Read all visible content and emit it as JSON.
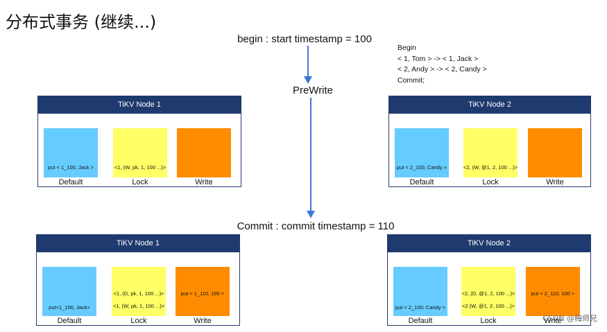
{
  "title": "分布式事务 (继续...)",
  "begin_label": "begin : start timestamp = 100",
  "prewrite_label": "PreWrite",
  "commit_label": "Commit : commit timestamp = 110",
  "transaction": {
    "lines": [
      "Begin",
      "< 1,  Tom > -> < 1,  Jack >",
      "< 2,  Andy > -> < 2, Candy >",
      "Commit;"
    ]
  },
  "columns": {
    "default": "Default",
    "lock": "Lock",
    "write": "Write"
  },
  "prewrite_nodes": [
    {
      "name": "TiKV Node 1",
      "default": [
        "put < 1_100, Jack >"
      ],
      "lock": [
        "<1, (W, pk, 1, 100 ...)>"
      ],
      "write": []
    },
    {
      "name": "TiKV Node 2",
      "default": [
        "put < 2_100, Candy >"
      ],
      "lock": [
        "<2, (W, @1, 2, 100 ...)>"
      ],
      "write": []
    }
  ],
  "commit_nodes": [
    {
      "name": "TiKV Node 1",
      "default": [
        "put<1_100, Jack>"
      ],
      "lock": [
        "<1, (D, pk, 1, 100 ...)>",
        "<1, (W, pk, 1, 100 ...)>"
      ],
      "write": [
        "put < 1_110, 100 >"
      ]
    },
    {
      "name": "TiKV Node 2",
      "default": [
        "put < 2_100, Candy >"
      ],
      "lock": [
        "<2, (D, @1, 2, 100 ...)>",
        "<2 (W, @1, 2, 100 ...)>"
      ],
      "write": [
        "put < 2_110, 100 >"
      ]
    }
  ],
  "watermark": "CSDN @梅师兄",
  "colors": {
    "header": "#1f3a6e",
    "default": "#66ccff",
    "lock": "#ffff66",
    "write": "#ff8c00",
    "arrow": "#3c78d8"
  }
}
